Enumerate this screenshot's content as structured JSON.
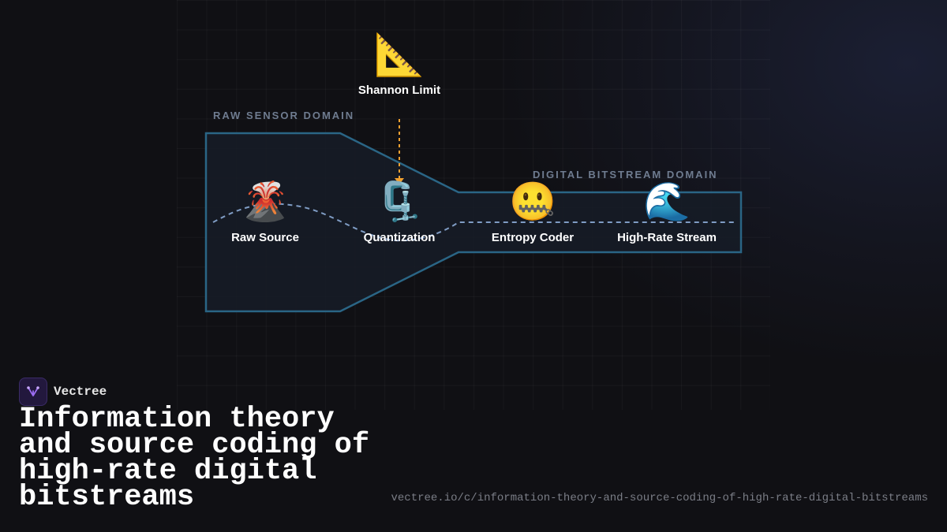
{
  "diagram": {
    "domains": {
      "raw": "RAW SENSOR DOMAIN",
      "digital": "DIGITAL BITSTREAM DOMAIN"
    },
    "limit": {
      "icon": "triangular-ruler",
      "glyph": "📐",
      "label": "Shannon Limit"
    },
    "nodes": [
      {
        "icon": "volcano",
        "glyph": "🌋",
        "label": "Raw Source"
      },
      {
        "icon": "clamp",
        "glyph": "🗜️",
        "label": "Quantization"
      },
      {
        "icon": "zipper-mouth-face",
        "glyph": "🤐",
        "label": "Entropy Coder"
      },
      {
        "icon": "water-wave",
        "glyph": "🌊",
        "label": "High-Rate Stream"
      }
    ],
    "colors": {
      "funnel_stroke": "#2a6585",
      "funnel_fill": "#161c27",
      "signal": "#7f9cc4",
      "limit_arrow": "#f0a030"
    }
  },
  "brand": {
    "name": "Vectree",
    "logo_icon": "vectree-logo-icon"
  },
  "title": "Information theory and source coding of high-rate digital bitstreams",
  "url": "vectree.io/c/information-theory-and-source-coding-of-high-rate-digital-bitstreams"
}
